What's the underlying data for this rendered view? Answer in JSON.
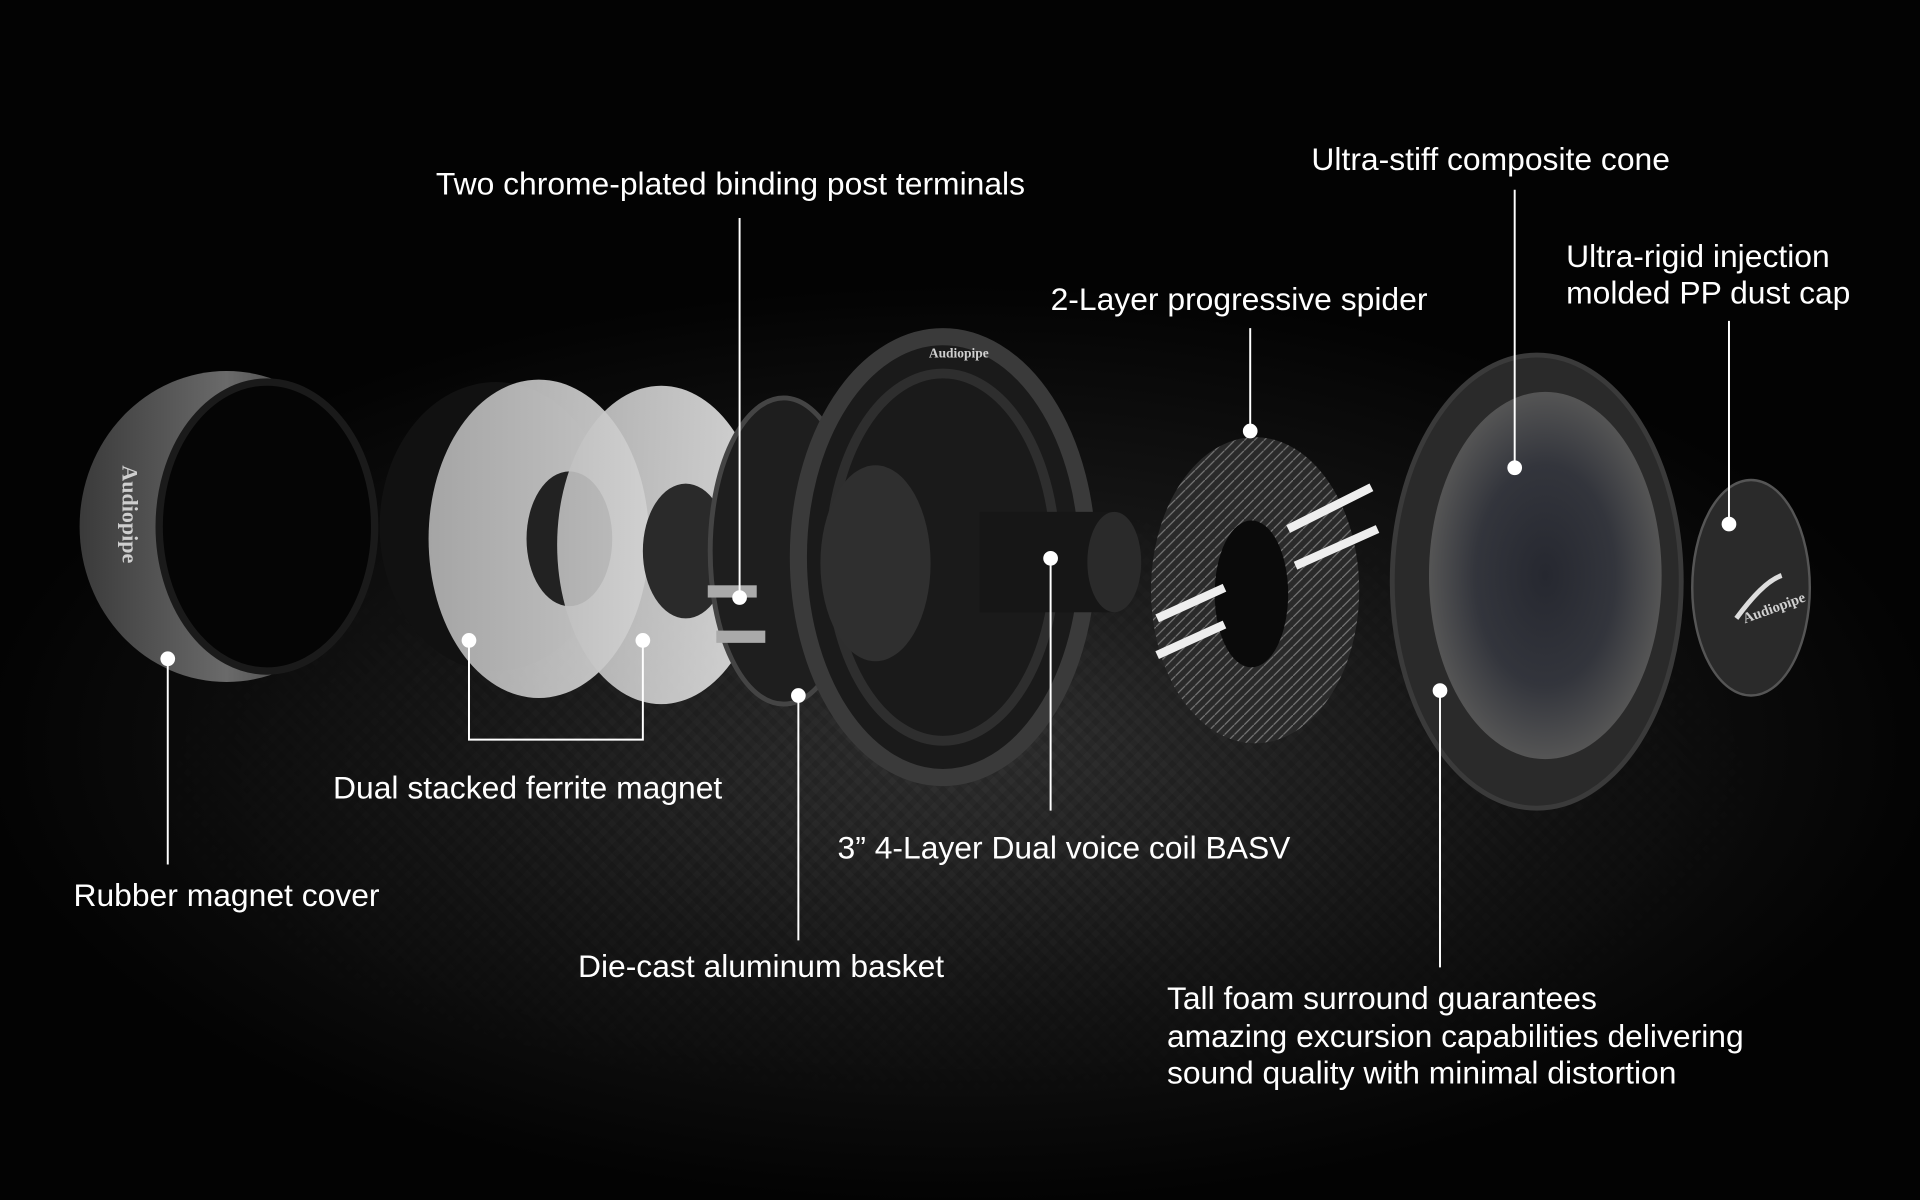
{
  "labels": {
    "binding_posts": "Two chrome-plated binding post terminals",
    "cone": "Ultra-stiff composite cone",
    "dust_cap_line1": "Ultra-rigid injection",
    "dust_cap_line2": "molded PP dust cap",
    "spider": "2-Layer progressive spider",
    "magnet_cover": "Rubber magnet cover",
    "ferrite_magnet": "Dual stacked ferrite magnet",
    "basket": "Die-cast aluminum basket",
    "voice_coil": "3” 4-Layer Dual voice coil BASV",
    "surround_line1": "Tall foam surround guarantees",
    "surround_line2": "amazing excursion capabilities delivering",
    "surround_line3": "sound quality with minimal distortion"
  },
  "brand_marks": "Audiopipe",
  "colors": {
    "background": "#000000",
    "text": "#ffffff",
    "leader": "#ffffff"
  }
}
